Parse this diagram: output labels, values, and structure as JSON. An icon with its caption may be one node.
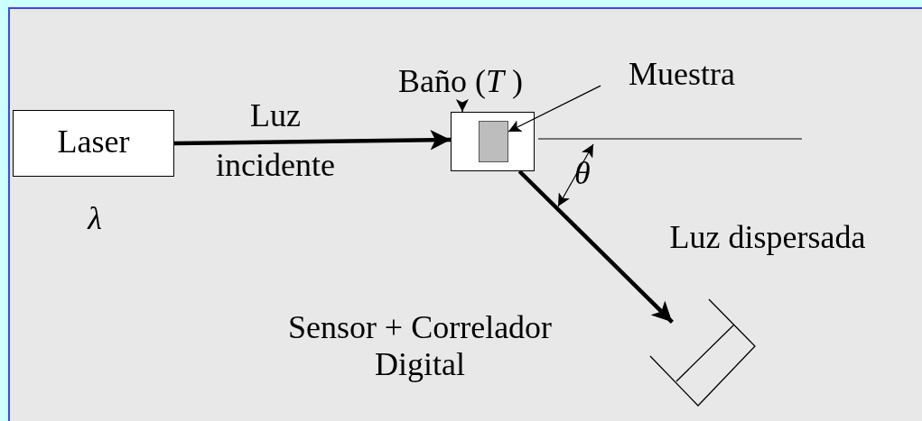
{
  "diagram": {
    "nodes": [
      {
        "text": [
          "Laser"
        ],
        "beside": [
          "λ"
        ]
      },
      {
        "text": [
          "Baño (*T* )"
        ]
      },
      {
        "text": [],
        "shape": "box"
      },
      {
        "text": [],
        "shape": "box",
        "in": 2
      },
      {
        "text": [
          "Muestra"
        ]
      },
      {
        "text": [],
        "shape": "picture",
        "beside": [
          "Sensor + Correlador Digital"
        ]
      }
    ],
    "edges": [
      {
        "from": 0,
        "to": 2,
        "arrow": "to",
        "label": "Luz incidente",
        "style": "thick"
      },
      {
        "from": 1,
        "to": 2,
        "arrow": "to"
      },
      {
        "from": 4,
        "to": 3,
        "arrow": "to"
      },
      {
        "from": 2,
        "to": 5,
        "arrow": "to",
        "label": "Luz dispersada",
        "style": "thick"
      }
    ],
    "labels": [
      "θ"
    ]
  }
}
